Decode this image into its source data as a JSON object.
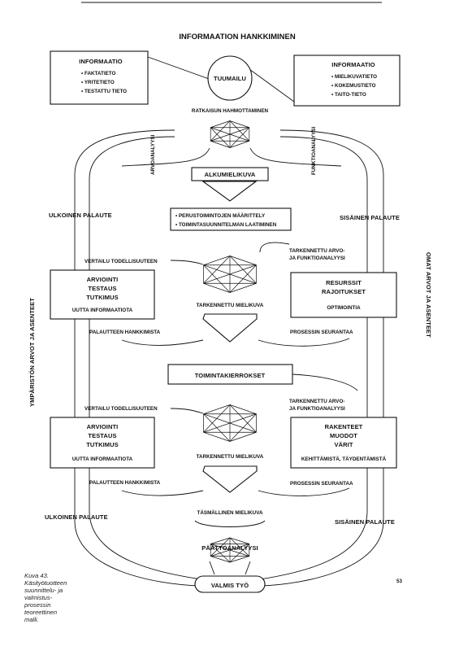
{
  "title": "INFORMAATION HANKKIMINEN",
  "info_left": {
    "heading": "INFORMAATIO",
    "items": [
      "• FAKTATIETO",
      "• YRITETIETO",
      "• TESTATTU TIETO"
    ]
  },
  "info_right": {
    "heading": "INFORMAATIO",
    "items": [
      "• MIELIKUVATIETO",
      "• KOKEMUSTIETO",
      "• TAITO-TIETO"
    ]
  },
  "tuumailu": "TUUMAILU",
  "ratkaisun": "RATKAISUN HAHMOTTAMINEN",
  "arvoanalyysi": "ARVOANALYYSI",
  "funktioanalyysi": "FUNKTIOANALYYSI",
  "alkumielikuva": "ALKUMIELIKUVA",
  "ulkoinen_palaute": "ULKOINEN PALAUTE",
  "sisainen_palaute": "SISÄINEN PALAUTE",
  "perus": [
    "• PERUSTOIMINTOJEN MÄÄRITTELY",
    "• TOIMINTASUUNNITELMAN LAATIMINEN"
  ],
  "ymparisto": "YMPÄRISTÖN ARVOT JA ASENTEET",
  "omat": "OMAT ARVOT JA ASENTEET",
  "vertailu": "VERTAILU TODELLISUUTEEN",
  "tarkennettu_arvo": [
    "TARKENNETTU ARVO-",
    "JA FUNKTIOANALYYSI"
  ],
  "arviointi1": [
    "ARVIOINTI",
    "TESTAUS",
    "TUTKIMUS"
  ],
  "uutta": "UUTTA INFORMAATIOTA",
  "resurssit": [
    "RESURSSIT",
    "RAJOITUKSET"
  ],
  "optimointia": "OPTIMOINTIA",
  "tarkennettu_mielikuva": "TARKENNETTU MIELIKUVA",
  "palautteen": "PALAUTTEEN HANKKIMISTA",
  "prosessin": "PROSESSIN SEURANTAA",
  "toimintakierrokset": "TOIMINTAKIERROKSET",
  "rakenteet": [
    "RAKENTEET",
    "MUODOT",
    "VÄRIT"
  ],
  "kehittamista": "KEHITTÄMISTÄ, TÄYDENTÄMISTÄ",
  "tasmallinen": "TÄSMÄLLINEN MIELIKUVA",
  "paattoanalyysi": "PÄÄTTÖANALYYSI",
  "valmis": "VALMIS TYÖ",
  "caption": [
    "Kuva 43.",
    "Käsityötuotteen",
    "suunnittelu- ja",
    "valmistus-",
    "prosessin",
    "teoreettinen",
    "malli."
  ],
  "page_mark": "53"
}
